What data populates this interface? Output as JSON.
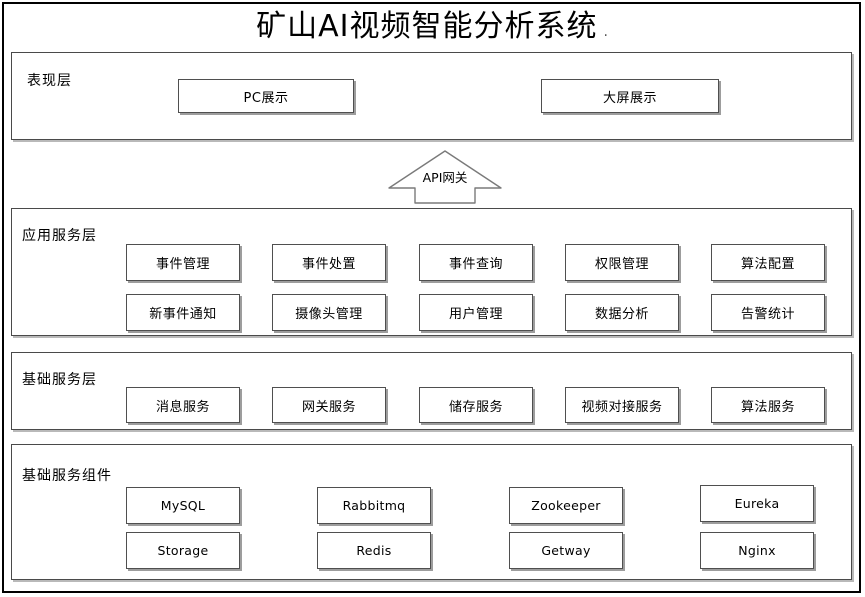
{
  "title": {
    "text": "矿山AI视频智能分析系统",
    "trailing_mark": "."
  },
  "api_gateway": {
    "label": "API网关",
    "icon": "up-arrow-shape"
  },
  "layers": [
    {
      "id": "presentation",
      "label": "表现层",
      "nodes": [
        {
          "label": "PC展示",
          "script": "cjk"
        },
        {
          "label": "大屏展示",
          "script": "cjk"
        }
      ]
    },
    {
      "id": "application-service",
      "label": "应用服务层",
      "rows": [
        [
          {
            "label": "事件管理",
            "script": "cjk"
          },
          {
            "label": "事件处置",
            "script": "cjk"
          },
          {
            "label": "事件查询",
            "script": "cjk"
          },
          {
            "label": "权限管理",
            "script": "cjk"
          },
          {
            "label": "算法配置",
            "script": "cjk"
          }
        ],
        [
          {
            "label": "新事件通知",
            "script": "cjk"
          },
          {
            "label": "摄像头管理",
            "script": "cjk"
          },
          {
            "label": "用户管理",
            "script": "cjk"
          },
          {
            "label": "数据分析",
            "script": "cjk"
          },
          {
            "label": "告警统计",
            "script": "cjk"
          }
        ]
      ]
    },
    {
      "id": "basic-service",
      "label": "基础服务层",
      "rows": [
        [
          {
            "label": "消息服务",
            "script": "cjk"
          },
          {
            "label": "网关服务",
            "script": "cjk"
          },
          {
            "label": "储存服务",
            "script": "cjk"
          },
          {
            "label": "视频对接服务",
            "script": "cjk"
          },
          {
            "label": "算法服务",
            "script": "cjk"
          }
        ]
      ]
    },
    {
      "id": "basic-service-components",
      "label": "基础服务组件",
      "rows": [
        [
          {
            "label": "MySQL",
            "script": "latin"
          },
          {
            "label": "Rabbitmq",
            "script": "latin"
          },
          {
            "label": "Zookeeper",
            "script": "latin"
          },
          {
            "label": "Eureka",
            "script": "latin"
          }
        ],
        [
          {
            "label": "Storage",
            "script": "latin"
          },
          {
            "label": "Redis",
            "script": "latin"
          },
          {
            "label": "Getway",
            "script": "latin"
          },
          {
            "label": "Nginx",
            "script": "latin"
          }
        ]
      ]
    }
  ],
  "colors": {
    "frame": "#000000",
    "box_border": "#4f4f4f",
    "shadow": "#9d9d9d",
    "background": "#ffffff",
    "text": "#000000"
  }
}
